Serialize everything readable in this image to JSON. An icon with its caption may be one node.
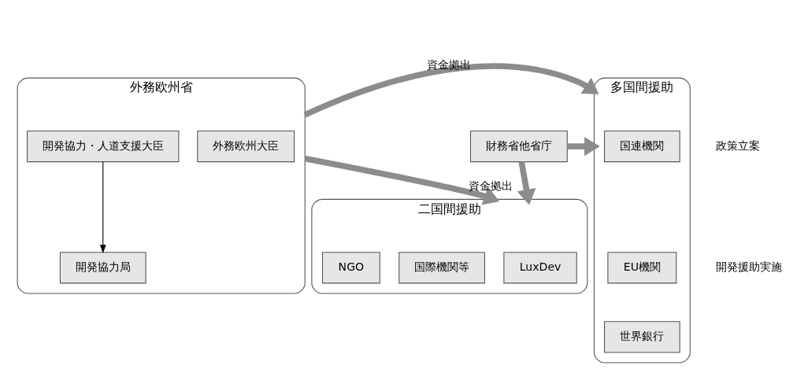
{
  "diagram": {
    "nodes": [
      {
        "text": [
          "外務欧州省"
        ]
      },
      {
        "text": [
          "外務欧州大臣"
        ],
        "in": 0
      },
      {
        "text": [
          "開発協力・人道支援大臣"
        ],
        "in": 0
      },
      {
        "text": [
          "開発協力局"
        ],
        "in": 0
      },
      {
        "text": [
          "財務省他省庁"
        ]
      },
      {
        "text": [
          "多国間援助"
        ]
      },
      {
        "text": [
          "国連機関"
        ],
        "in": 5
      },
      {
        "text": [
          "EU機関"
        ],
        "in": 5
      },
      {
        "text": [
          "世界銀行"
        ],
        "in": 5
      },
      {
        "text": [
          "二国間援助"
        ]
      },
      {
        "text": [
          "LuxDev"
        ],
        "in": 9
      },
      {
        "text": [
          "国際機関等"
        ],
        "in": 9
      },
      {
        "text": [
          "NGO"
        ],
        "in": 9
      }
    ],
    "edges": [
      {
        "from": 2,
        "to": 3,
        "arrow": "to",
        "color": "#000000"
      },
      {
        "from": 0,
        "to": 5,
        "arrow": "to",
        "label": "資金拠出"
      },
      {
        "from": 4,
        "to": 5,
        "arrow": "to"
      },
      {
        "from": 0,
        "to": 9,
        "arrow": "to",
        "label": "資金拠出"
      },
      {
        "from": 4,
        "to": 9,
        "arrow": "to"
      }
    ],
    "labels": [
      "政策立案",
      "開発援助実施"
    ]
  }
}
